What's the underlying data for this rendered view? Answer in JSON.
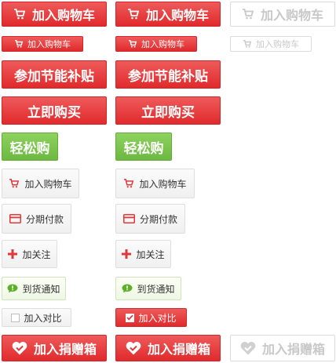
{
  "add_cart_label": "加入购物车",
  "energy_subsidy_label": "参加节能补贴",
  "buy_now_label": "立即购买",
  "easy_buy_label": "轻松购",
  "installment_label": "分期付款",
  "follow_label": "加关注",
  "arrival_notice_label": "到货通知",
  "compare_label": "加入对比",
  "donate_label": "加入捐赠箱",
  "colors": {
    "red": "#e53b3c",
    "green": "#74c04a",
    "disabled": "#c8c8c8",
    "gray_border": "#dedede",
    "text": "#333333"
  },
  "icons": [
    "cart-icon",
    "card-icon",
    "plus-icon",
    "chat-bubble-icon",
    "checkbox-icon",
    "heart-icon"
  ]
}
